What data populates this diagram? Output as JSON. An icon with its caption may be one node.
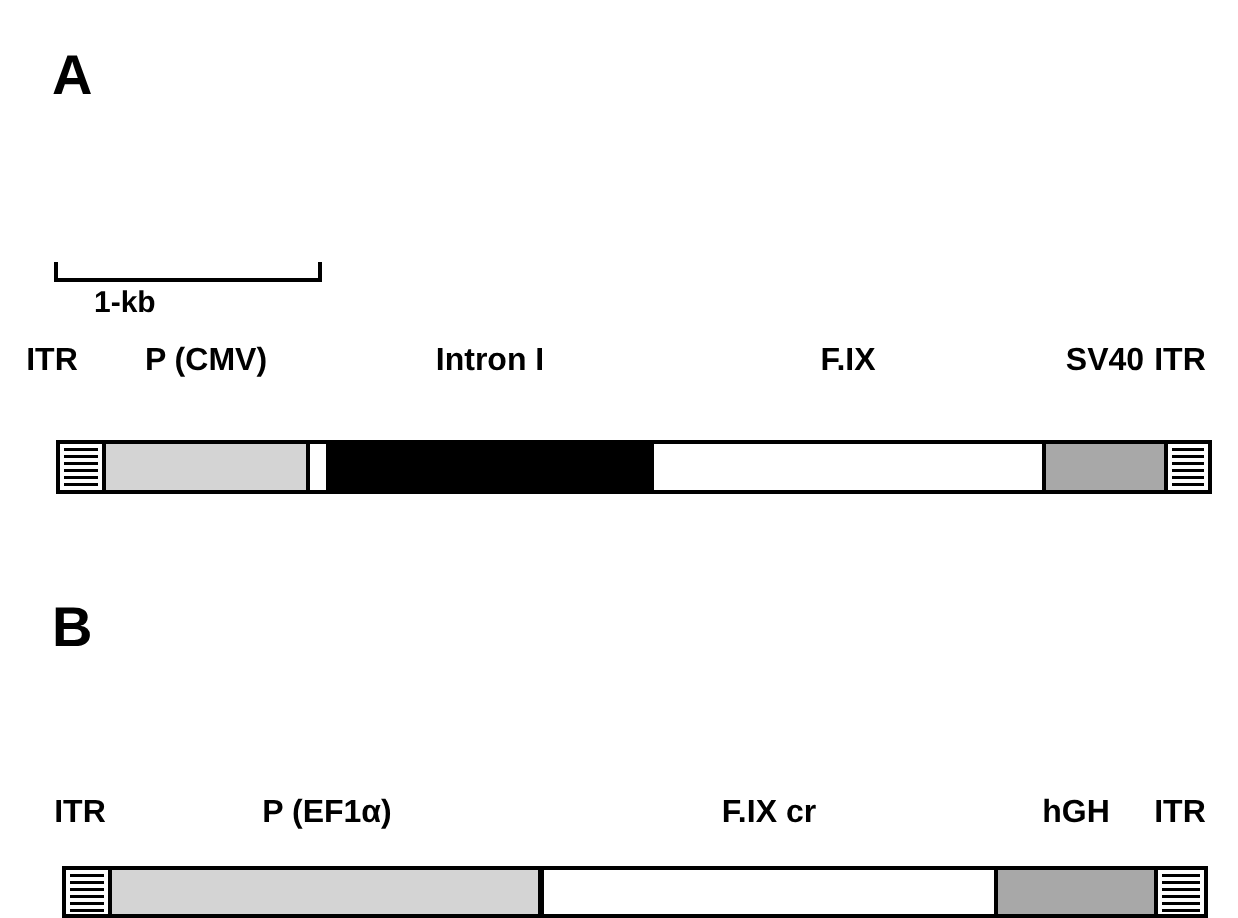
{
  "diagram": {
    "nodes": [
      {
        "text": [
          "ITR"
        ]
      },
      {
        "text": [
          "P (CMV)"
        ]
      },
      {
        "text": [],
        "shape": "box"
      },
      {
        "text": [
          "Intron I"
        ]
      },
      {
        "text": [
          "F.IX"
        ]
      },
      {
        "text": [
          "SV40"
        ]
      },
      {
        "text": [
          "ITR"
        ]
      },
      {
        "text": [
          "ITR"
        ]
      },
      {
        "text": [
          "P (EF1α)"
        ]
      },
      {
        "text": [
          "F.IX cr"
        ]
      },
      {
        "text": [
          "hGH"
        ]
      },
      {
        "text": [
          "ITR"
        ]
      }
    ],
    "labels": [
      "A",
      "1-kb",
      "B"
    ]
  }
}
